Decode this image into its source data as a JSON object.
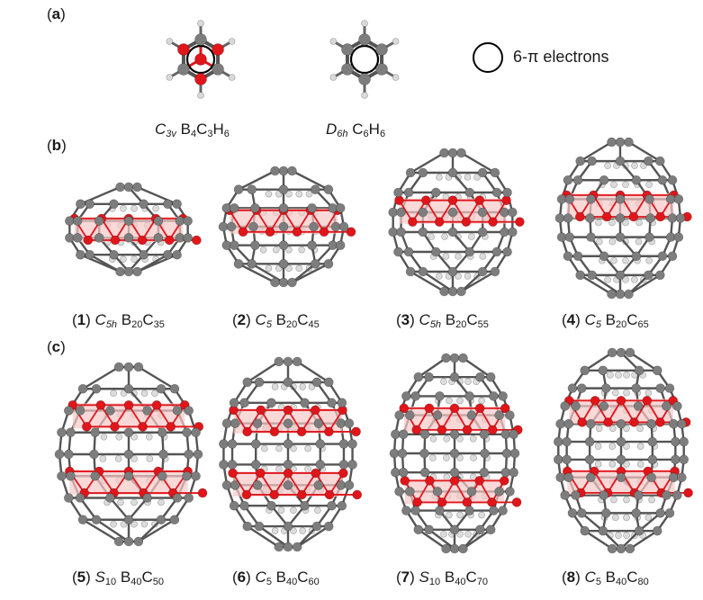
{
  "panels": {
    "a": {
      "label": "a",
      "legend": "6-π electrons",
      "molecules": [
        {
          "sym": "C",
          "symsub": "3v",
          "formula": [
            [
              "B",
              "4"
            ],
            [
              "C",
              "3"
            ],
            [
              "H",
              "6"
            ]
          ]
        },
        {
          "sym": "D",
          "symsub": "6h",
          "formula": [
            [
              "C",
              "6"
            ],
            [
              "H",
              "6"
            ]
          ]
        }
      ]
    },
    "b": {
      "label": "b",
      "molecules": [
        {
          "num": "1",
          "sym": "C",
          "symsub": "5h",
          "formula": [
            [
              "B",
              "20"
            ],
            [
              "C",
              "35"
            ]
          ]
        },
        {
          "num": "2",
          "sym": "C",
          "symsub": "5",
          "formula": [
            [
              "B",
              "20"
            ],
            [
              "C",
              "45"
            ]
          ]
        },
        {
          "num": "3",
          "sym": "C",
          "symsub": "5h",
          "formula": [
            [
              "B",
              "20"
            ],
            [
              "C",
              "55"
            ]
          ]
        },
        {
          "num": "4",
          "sym": "C",
          "symsub": "5",
          "formula": [
            [
              "B",
              "20"
            ],
            [
              "C",
              "65"
            ]
          ]
        }
      ]
    },
    "c": {
      "label": "c",
      "molecules": [
        {
          "num": "5",
          "sym": "S",
          "symsub": "10",
          "formula": [
            [
              "B",
              "40"
            ],
            [
              "C",
              "50"
            ]
          ]
        },
        {
          "num": "6",
          "sym": "C",
          "symsub": "5",
          "formula": [
            [
              "B",
              "40"
            ],
            [
              "C",
              "60"
            ]
          ]
        },
        {
          "num": "7",
          "sym": "S",
          "symsub": "10",
          "formula": [
            [
              "B",
              "40"
            ],
            [
              "C",
              "70"
            ]
          ]
        },
        {
          "num": "8",
          "sym": "C",
          "symsub": "5",
          "formula": [
            [
              "B",
              "40"
            ],
            [
              "C",
              "80"
            ]
          ]
        }
      ]
    }
  },
  "colors": {
    "boron": "#e0161b",
    "carbon": "#7d7d7d",
    "hydrogen": "#d9d9d9",
    "highlight": "#f7c7c7"
  }
}
